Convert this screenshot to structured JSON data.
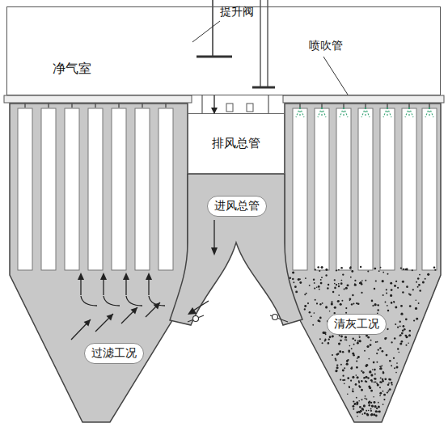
{
  "diagram": {
    "nodes": [
      {
        "text": [
          "净气室"
        ]
      },
      {
        "text": [
          "排风总管"
        ]
      },
      {
        "text": [
          "进风总管"
        ]
      },
      {
        "text": [
          "过滤工况"
        ]
      },
      {
        "text": [
          "清灰工况"
        ]
      }
    ],
    "edges": [
      {
        "from": 0,
        "to": 1,
        "arrow": "to"
      }
    ],
    "labels": [
      "提升阀",
      "喷吹管"
    ]
  }
}
